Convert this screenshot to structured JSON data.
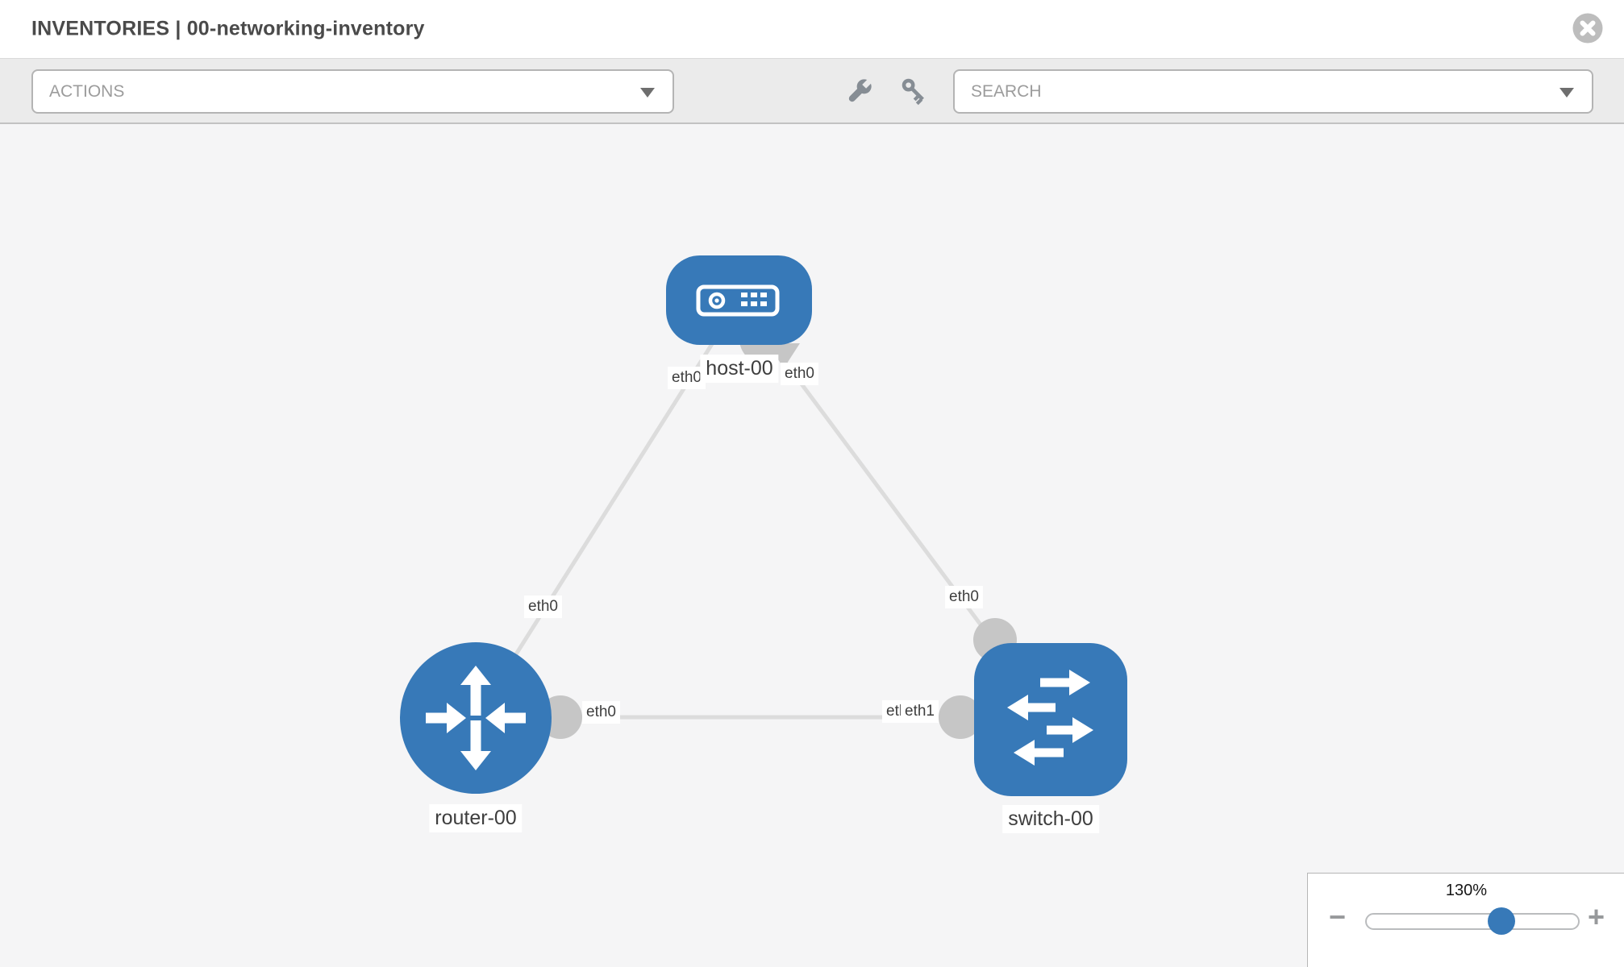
{
  "header": {
    "title": "INVENTORIES | 00-networking-inventory"
  },
  "toolbar": {
    "actions_label": "ACTIONS",
    "search_label": "SEARCH",
    "tool_icons": [
      "wrench-icon",
      "key-icon"
    ]
  },
  "topology": {
    "nodes": [
      {
        "id": "host-00",
        "label": "host-00",
        "type": "host",
        "shape": "rounded-rect"
      },
      {
        "id": "router-00",
        "label": "router-00",
        "type": "router",
        "shape": "circle"
      },
      {
        "id": "switch-00",
        "label": "switch-00",
        "type": "switch",
        "shape": "rounded-square"
      }
    ],
    "links": [
      {
        "from": "host-00",
        "from_if": "eth0",
        "to": "router-00",
        "to_if": "eth0"
      },
      {
        "from": "host-00",
        "from_if": "eth0",
        "to": "switch-00",
        "to_if": "eth0"
      },
      {
        "from": "router-00",
        "from_if": "eth0",
        "to": "switch-00",
        "to_if": "eth1",
        "overlap_if": "eth0"
      }
    ]
  },
  "zoom": {
    "level": "130%",
    "minus": "−",
    "plus": "+"
  },
  "colors": {
    "node_blue": "#3779b8",
    "link_gray": "#dcdcdc",
    "port_gray": "#c6c6c6",
    "toolbar_bg": "#ebebeb",
    "canvas_bg": "#f5f5f6",
    "title_text": "#4a4a4a"
  }
}
